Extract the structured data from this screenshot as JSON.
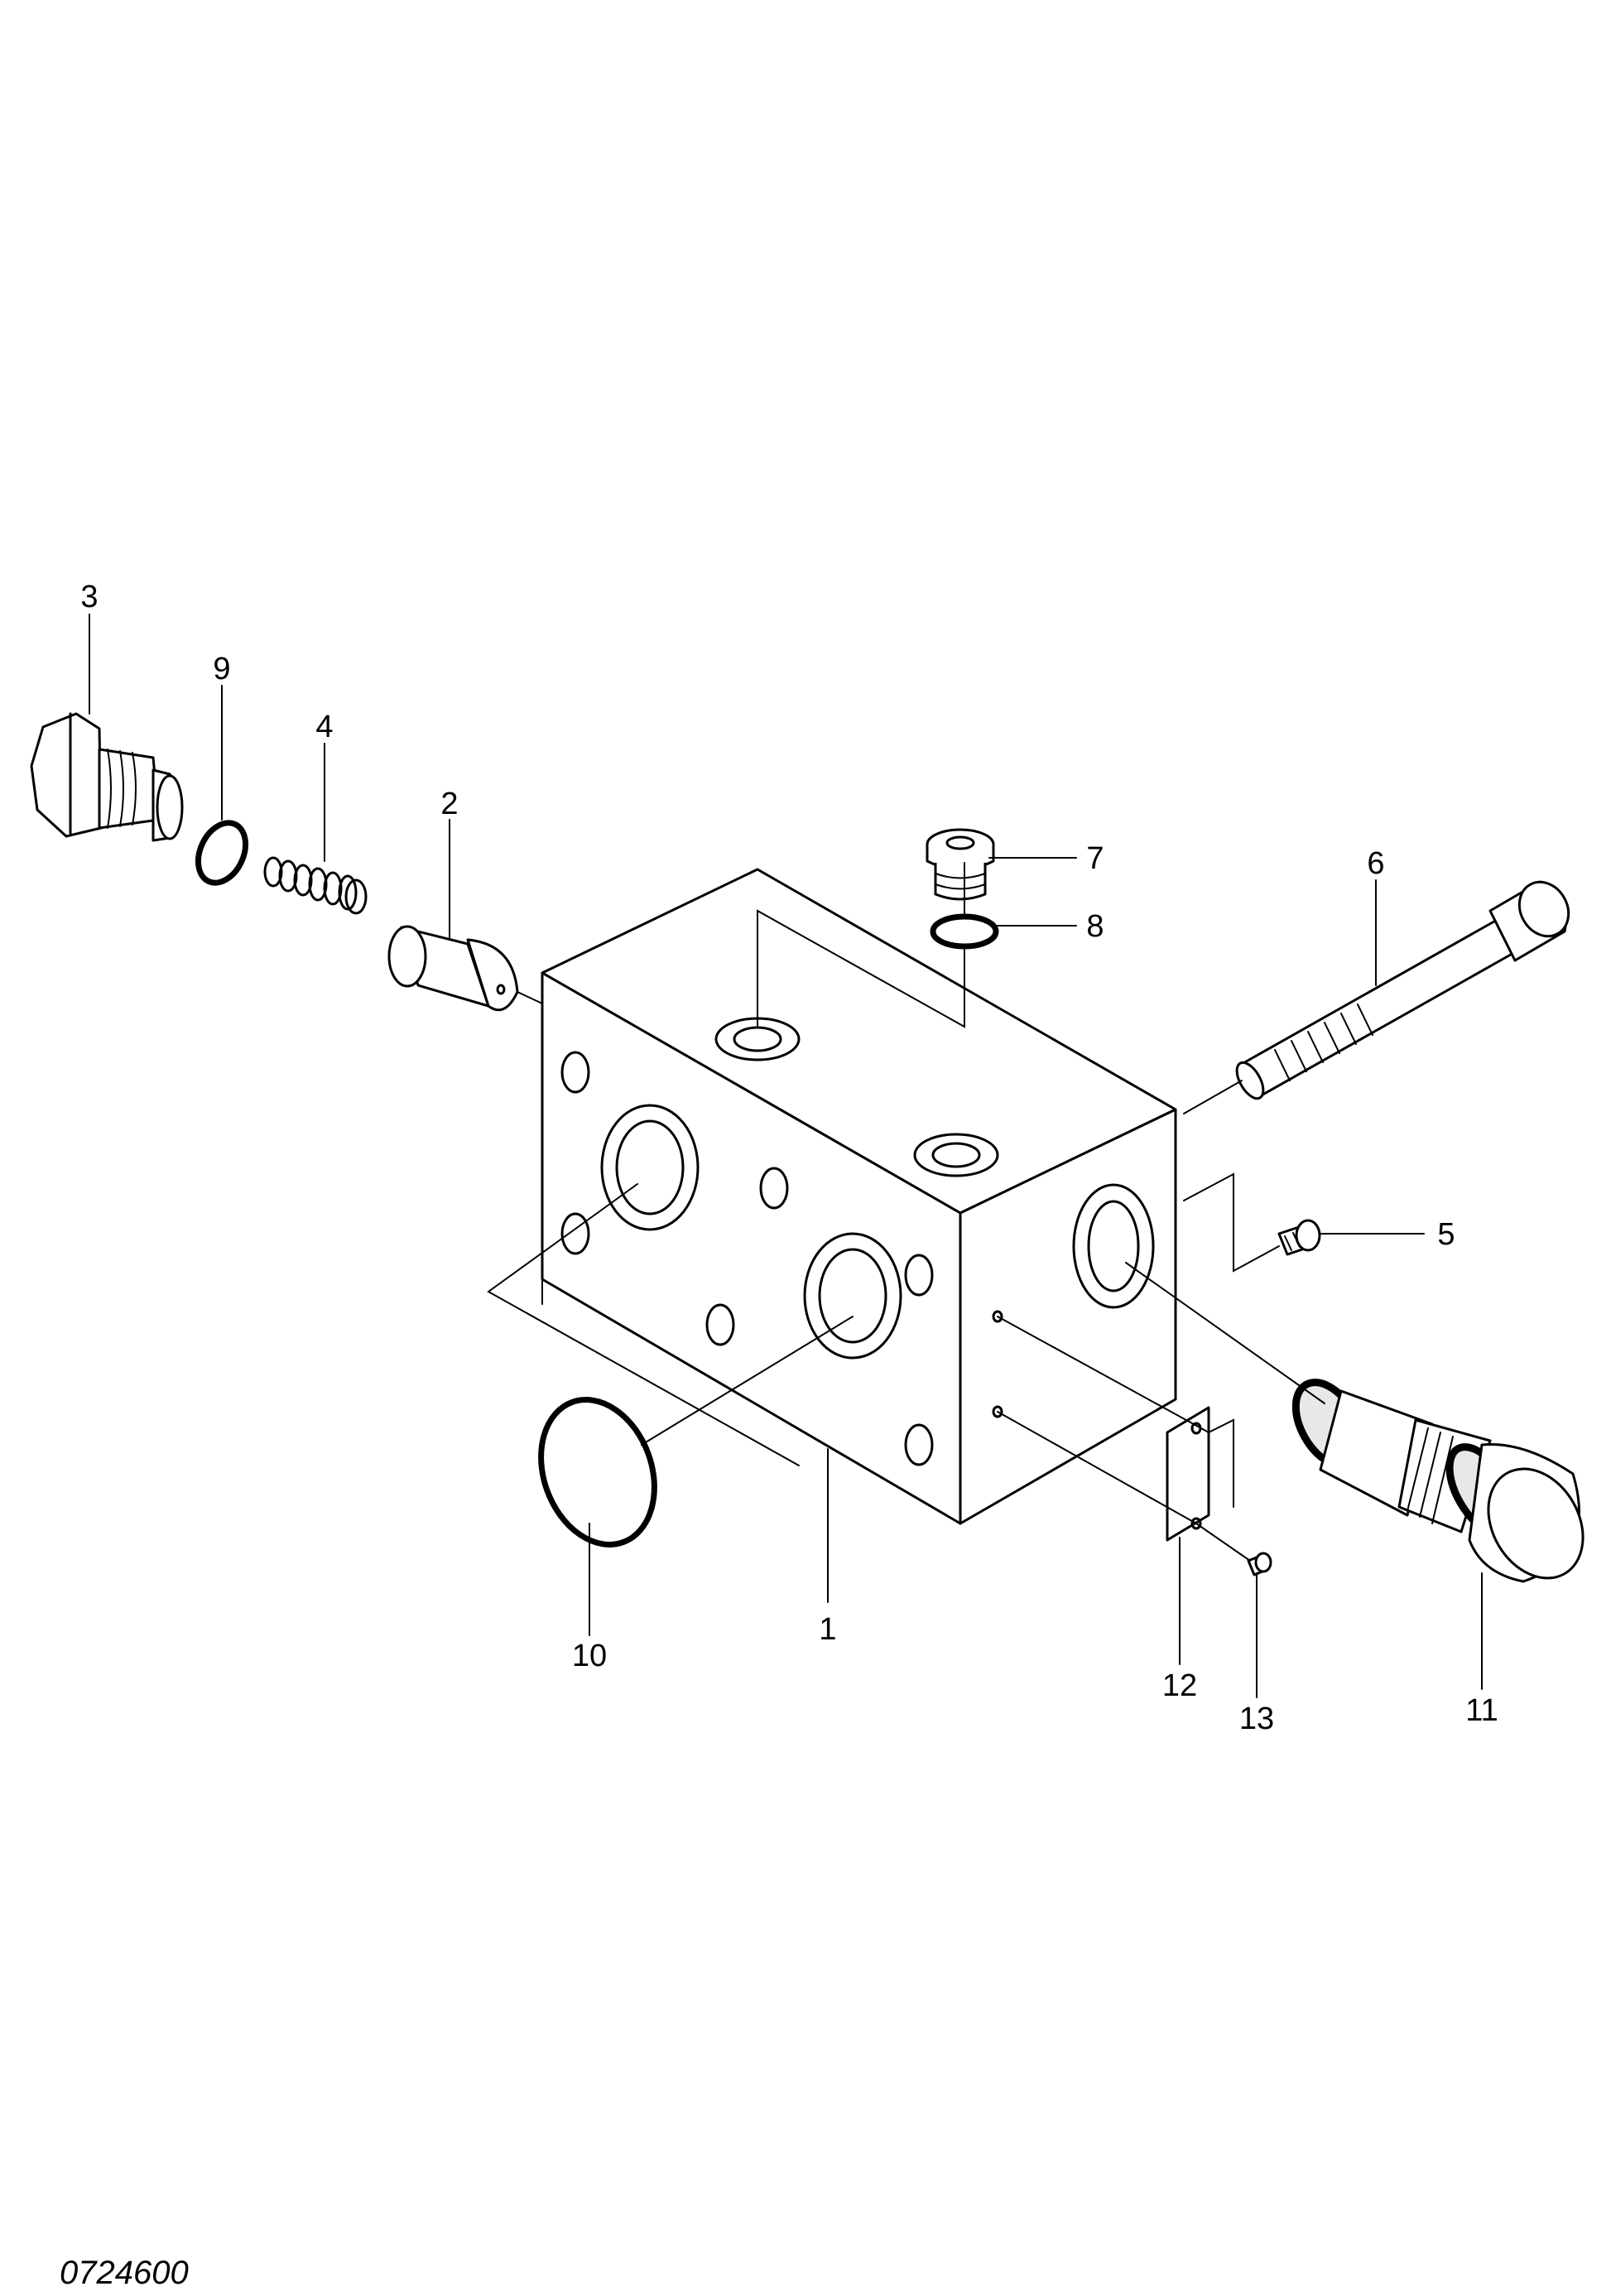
{
  "callouts": {
    "c1": "1",
    "c2": "2",
    "c3": "3",
    "c4": "4",
    "c5": "5",
    "c6": "6",
    "c7": "7",
    "c8": "8",
    "c9": "9",
    "c10": "10",
    "c11": "11",
    "c12": "12",
    "c13": "13"
  },
  "drawing_code": "0724600"
}
